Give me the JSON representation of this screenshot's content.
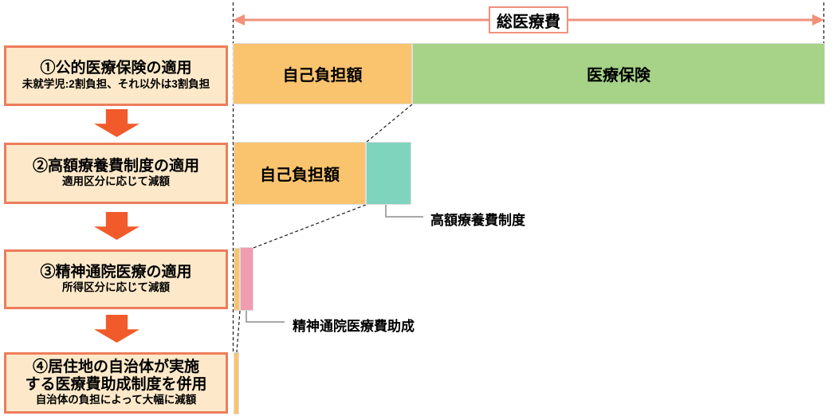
{
  "header": {
    "total_cost_label": "総医療費"
  },
  "flow_steps": [
    {
      "title_lines": [
        "①公的医療保険の適用"
      ],
      "subtitle": "未就学児:2割負担、それ以外は3割負担"
    },
    {
      "title_lines": [
        "②高額療養費制度の適用"
      ],
      "subtitle": "適用区分に応じて減額"
    },
    {
      "title_lines": [
        "③精神通院医療の適用"
      ],
      "subtitle": "所得区分に応じて減額"
    },
    {
      "title_lines": [
        "④居住地の自治体が実施",
        "する医療費助成制度を併用"
      ],
      "subtitle": "自治体の負担によって大幅に減額"
    }
  ],
  "bars": {
    "row1": {
      "self_pay_label": "自己負担額",
      "insurance_label": "医療保険"
    },
    "row2": {
      "self_pay_label": "自己負担額"
    }
  },
  "callouts": {
    "kogaku_label": "高額療養費制度",
    "seishin_label": "精神通院医療費助成"
  },
  "colors": {
    "box_fill": "#FDE9C9",
    "box_border": "#ED7D5B",
    "step_arrow": "#F15B2B",
    "bar_orange": "#FAC46E",
    "bar_green": "#A6D387",
    "bar_teal": "#7FD4BE",
    "bar_pink": "#F09DB1",
    "total_arrow": "#F0917C",
    "dashed_line": "#1A1A1A",
    "callout_line": "#8C8C8C"
  }
}
